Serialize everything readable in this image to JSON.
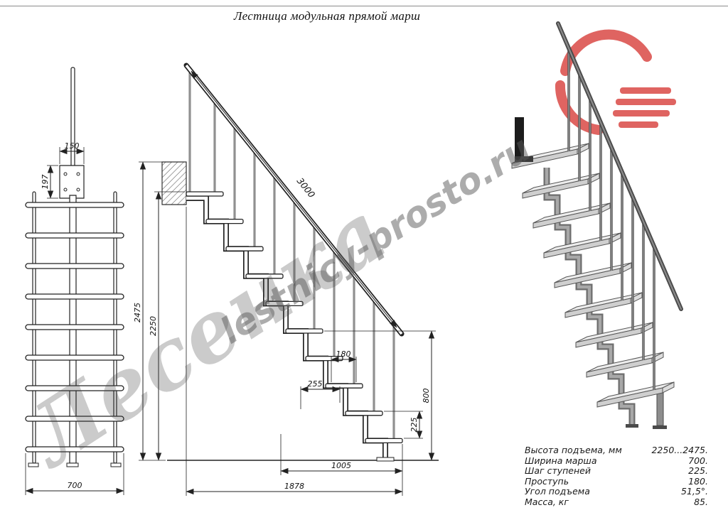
{
  "title": "Лестница модульная прямой марш",
  "watermark": {
    "big": "Лесенка",
    "site": "lestnicy-prosto.ru"
  },
  "front_view": {
    "bracket_width": "150",
    "bracket_height": "197",
    "width": "700"
  },
  "side_view": {
    "stringer_length": "3000",
    "height_total": "2475",
    "height_floor": "2250",
    "tread_depth": "180",
    "module_run": "255",
    "lower_height": "800",
    "riser": "225",
    "run_lower": "1005",
    "run_total": "1878"
  },
  "specs": {
    "rows": [
      {
        "label": "Высота подъема, мм",
        "value": "2250...2475."
      },
      {
        "label": "Ширина марша",
        "value": "700."
      },
      {
        "label": "Шаг ступеней",
        "value": "225."
      },
      {
        "label": "Проступь",
        "value": "180."
      },
      {
        "label": "Угол подъема",
        "value": "51,5°."
      },
      {
        "label": "Масса, кг",
        "value": "85."
      }
    ]
  },
  "colors": {
    "line": "#222222",
    "logo_red": "#d8433f"
  }
}
